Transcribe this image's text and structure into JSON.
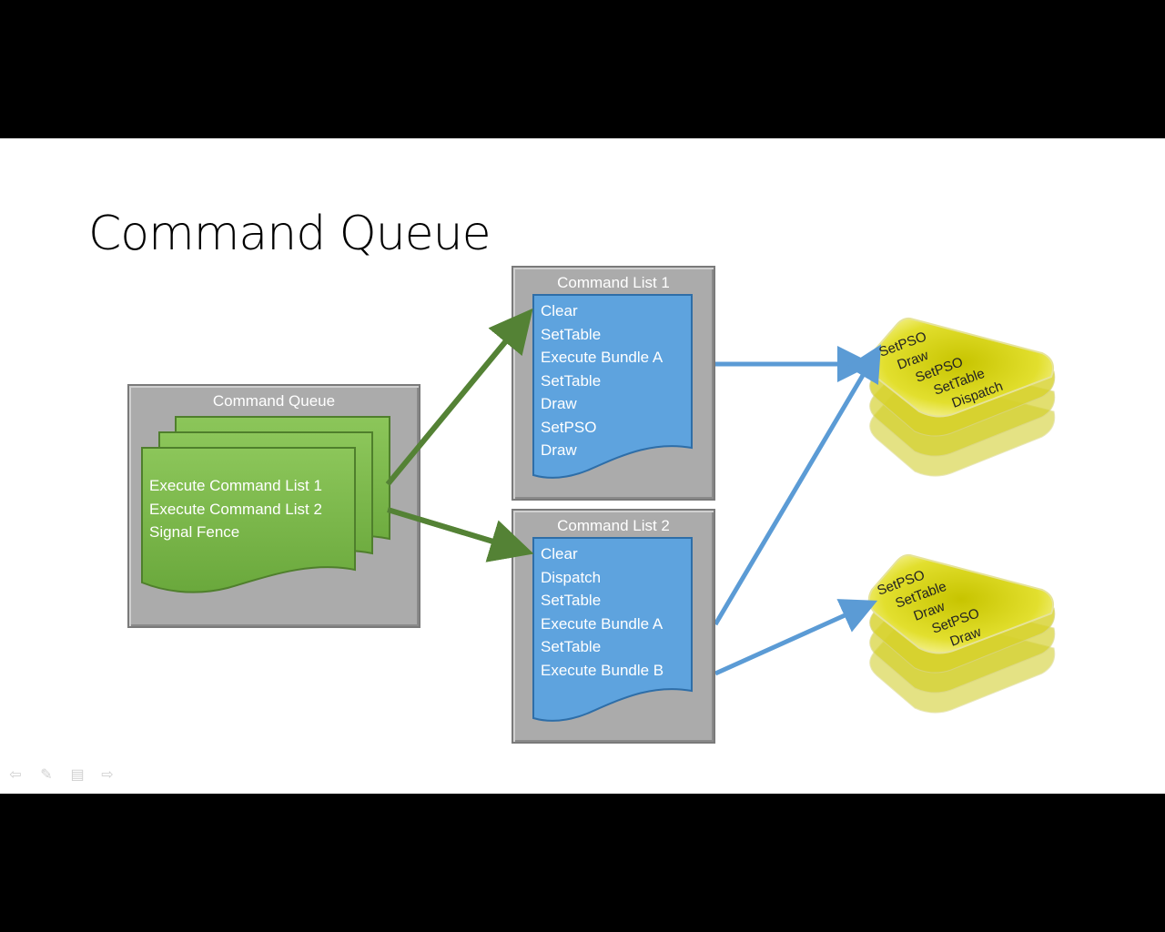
{
  "slide_title": "Command Queue",
  "queue": {
    "header": "Command Queue",
    "items": [
      "Execute Command List 1",
      "Execute Command List 2",
      "Signal Fence"
    ]
  },
  "list1": {
    "header": "Command List 1",
    "items": [
      "Clear",
      "SetTable",
      "Execute Bundle A",
      "SetTable",
      "Draw",
      "SetPSO",
      "Draw"
    ]
  },
  "list2": {
    "header": "Command List 2",
    "items": [
      "Clear",
      "Dispatch",
      "SetTable",
      "Execute Bundle A",
      "SetTable",
      "Execute Bundle B"
    ]
  },
  "bundle_a": {
    "items": [
      "SetPSO",
      "Draw",
      "SetPSO",
      "SetTable",
      "Dispatch"
    ]
  },
  "bundle_b": {
    "items": [
      "SetPSO",
      "SetTable",
      "Draw",
      "SetPSO",
      "Draw"
    ]
  },
  "colors": {
    "green": "#7ab54a",
    "blue": "#5ea3de",
    "yellow": "#d7d22a",
    "arrow_green": "#5a8a3a",
    "arrow_blue": "#5b9bd5",
    "panel": "#ababab"
  },
  "nav_icons": [
    "back-arrow-icon",
    "pen-icon",
    "menu-icon",
    "forward-arrow-icon"
  ]
}
